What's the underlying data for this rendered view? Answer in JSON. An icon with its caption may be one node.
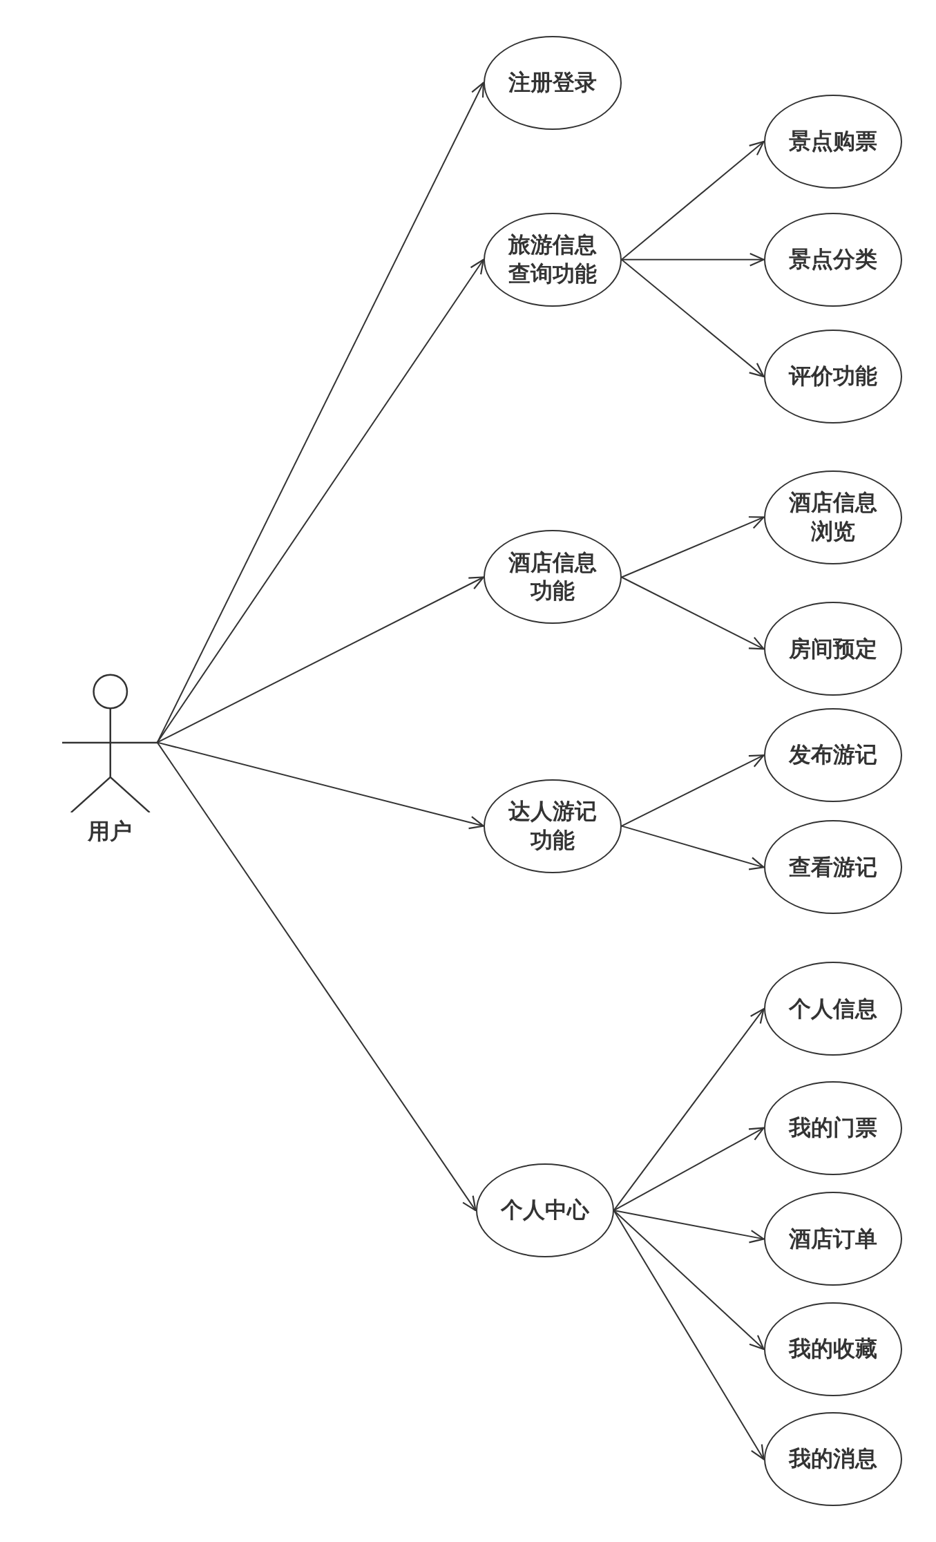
{
  "diagram": {
    "nodes": [
      {
        "text": [
          "用户"
        ]
      },
      {
        "text": [
          "注册登录"
        ]
      },
      {
        "text": [
          "旅游信息查询功能"
        ]
      },
      {
        "text": [
          "景点购票"
        ]
      },
      {
        "text": [
          "景点分类"
        ]
      },
      {
        "text": [
          "评价功能"
        ]
      },
      {
        "text": [
          "酒店信息功能"
        ]
      },
      {
        "text": [
          "酒店信息浏览"
        ]
      },
      {
        "text": [
          "房间预定"
        ]
      },
      {
        "text": [
          "达人游记功能"
        ]
      },
      {
        "text": [
          "发布游记"
        ]
      },
      {
        "text": [
          "查看游记"
        ]
      },
      {
        "text": [
          "个人中心"
        ]
      },
      {
        "text": [
          "个人信息"
        ]
      },
      {
        "text": [
          "我的门票"
        ]
      },
      {
        "text": [
          "酒店订单"
        ]
      },
      {
        "text": [
          "我的收藏"
        ]
      },
      {
        "text": [
          "我的消息"
        ]
      }
    ],
    "edges": [
      {
        "from": 0,
        "to": 1,
        "arrow": "to"
      },
      {
        "from": 0,
        "to": 2,
        "arrow": "to"
      },
      {
        "from": 0,
        "to": 6,
        "arrow": "to"
      },
      {
        "from": 0,
        "to": 9,
        "arrow": "to"
      },
      {
        "from": 0,
        "to": 12,
        "arrow": "to"
      },
      {
        "from": 2,
        "to": 3,
        "arrow": "to"
      },
      {
        "from": 2,
        "to": 4,
        "arrow": "to"
      },
      {
        "from": 2,
        "to": 5,
        "arrow": "to"
      },
      {
        "from": 6,
        "to": 7,
        "arrow": "to"
      },
      {
        "from": 6,
        "to": 8,
        "arrow": "to"
      },
      {
        "from": 9,
        "to": 10,
        "arrow": "to"
      },
      {
        "from": 9,
        "to": 11,
        "arrow": "to"
      },
      {
        "from": 12,
        "to": 13,
        "arrow": "to"
      },
      {
        "from": 12,
        "to": 14,
        "arrow": "to"
      },
      {
        "from": 12,
        "to": 15,
        "arrow": "to"
      },
      {
        "from": 12,
        "to": 16,
        "arrow": "to"
      },
      {
        "from": 12,
        "to": 17,
        "arrow": "to"
      }
    ]
  }
}
